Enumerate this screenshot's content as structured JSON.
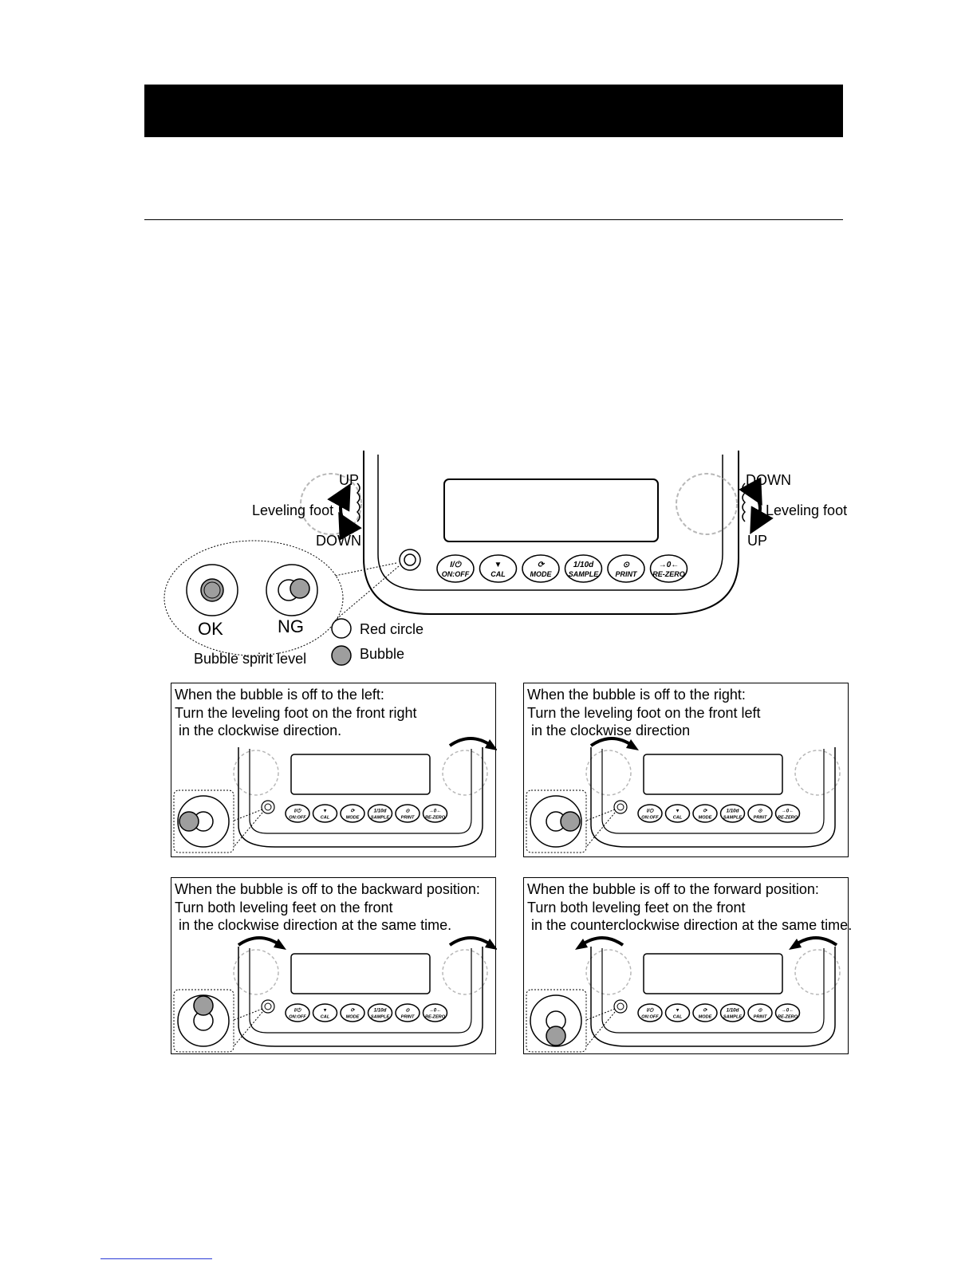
{
  "colors": {
    "bubble": "#9e9e9e",
    "knob": "#b8b8b8",
    "ink": "#000000"
  },
  "main_diagram": {
    "left_foot": {
      "up_label": "UP",
      "name_label": "Leveling foot",
      "down_label": "DOWN"
    },
    "right_foot": {
      "down_label": "DOWN",
      "name_label": "Leveling foot",
      "up_label": "UP"
    },
    "spirit_level": {
      "ok_label": "OK",
      "ng_label": "NG",
      "caption": "Bubble spirit level"
    },
    "legend": {
      "red_circle": "Red circle",
      "bubble": "Bubble"
    }
  },
  "buttons": [
    {
      "top": "I/⏻",
      "label": "ON:OFF",
      "icon": "power-icon"
    },
    {
      "top": "▼",
      "label": "CAL",
      "icon": "down-triangle-icon"
    },
    {
      "top": "⟳",
      "label": "MODE",
      "icon": "cycle-icon"
    },
    {
      "top": "1/10d",
      "label": "SAMPLE",
      "icon": ""
    },
    {
      "top": "⊙",
      "label": "PRINT",
      "icon": "print-icon"
    },
    {
      "top": "→0←",
      "label": "RE-ZERO",
      "icon": "zero-icon"
    }
  ],
  "panels": [
    {
      "lines": [
        "When the bubble is off to the left:",
        "Turn the leveling foot on the front right",
        " in the clockwise direction."
      ],
      "bubble_position": "left",
      "arrows": "right-cw"
    },
    {
      "lines": [
        "When the bubble is off to the right:",
        "Turn the leveling foot on the front left",
        " in the clockwise direction"
      ],
      "bubble_position": "right",
      "arrows": "left-cw"
    },
    {
      "lines": [
        "When the bubble is off to the backward position:",
        "Turn both leveling feet on the front",
        " in the clockwise direction at the same time."
      ],
      "bubble_position": "top",
      "arrows": "both-cw"
    },
    {
      "lines": [
        "When the bubble is off to the forward position:",
        "Turn both leveling feet on the front",
        " in the counterclockwise direction at the same time."
      ],
      "bubble_position": "bottom",
      "arrows": "both-ccw"
    }
  ]
}
